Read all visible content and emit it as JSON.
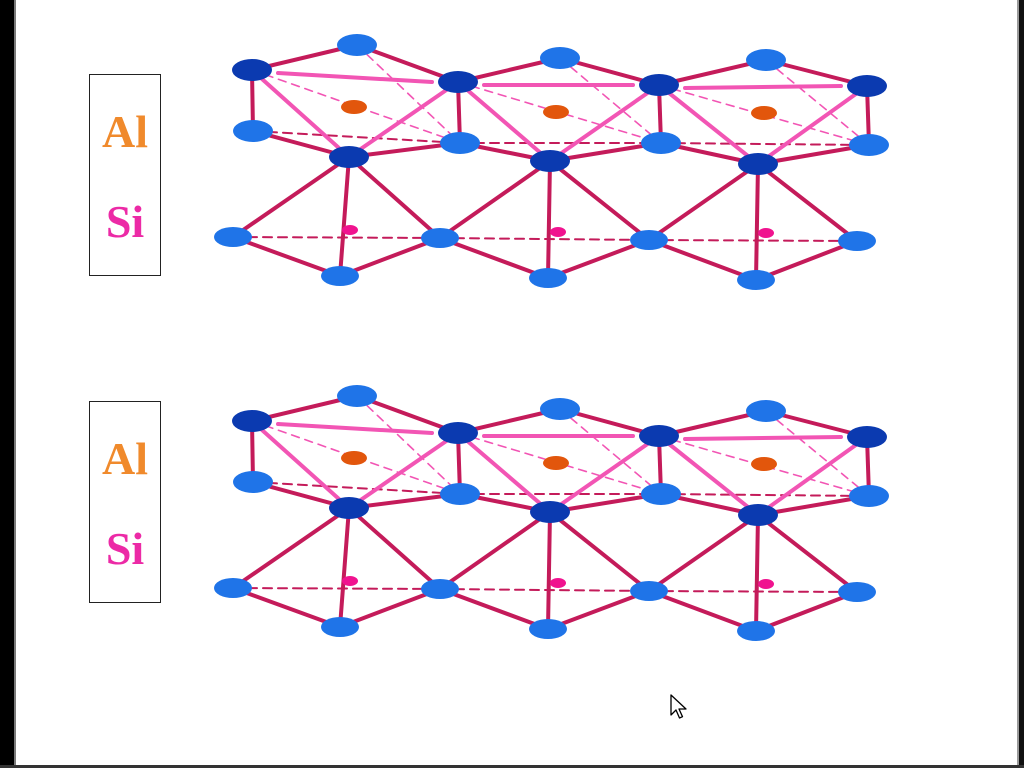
{
  "colors": {
    "al_label": "#f08a2c",
    "si_label": "#ec2aa6",
    "bond_dark": "#c41b5a",
    "bond_light": "#f255b4",
    "oxygen": "#1f74e8",
    "oxygen_dark": "#0b3ab0",
    "al_center": "#e2560c",
    "si_center": "#f0138f"
  },
  "panels": [
    {
      "id": "top",
      "legend": {
        "al": "Al",
        "si": "Si"
      }
    },
    {
      "id": "bottom",
      "legend": {
        "al": "Al",
        "si": "Si"
      }
    }
  ],
  "icons": {
    "cursor": "mouse-pointer-icon"
  }
}
